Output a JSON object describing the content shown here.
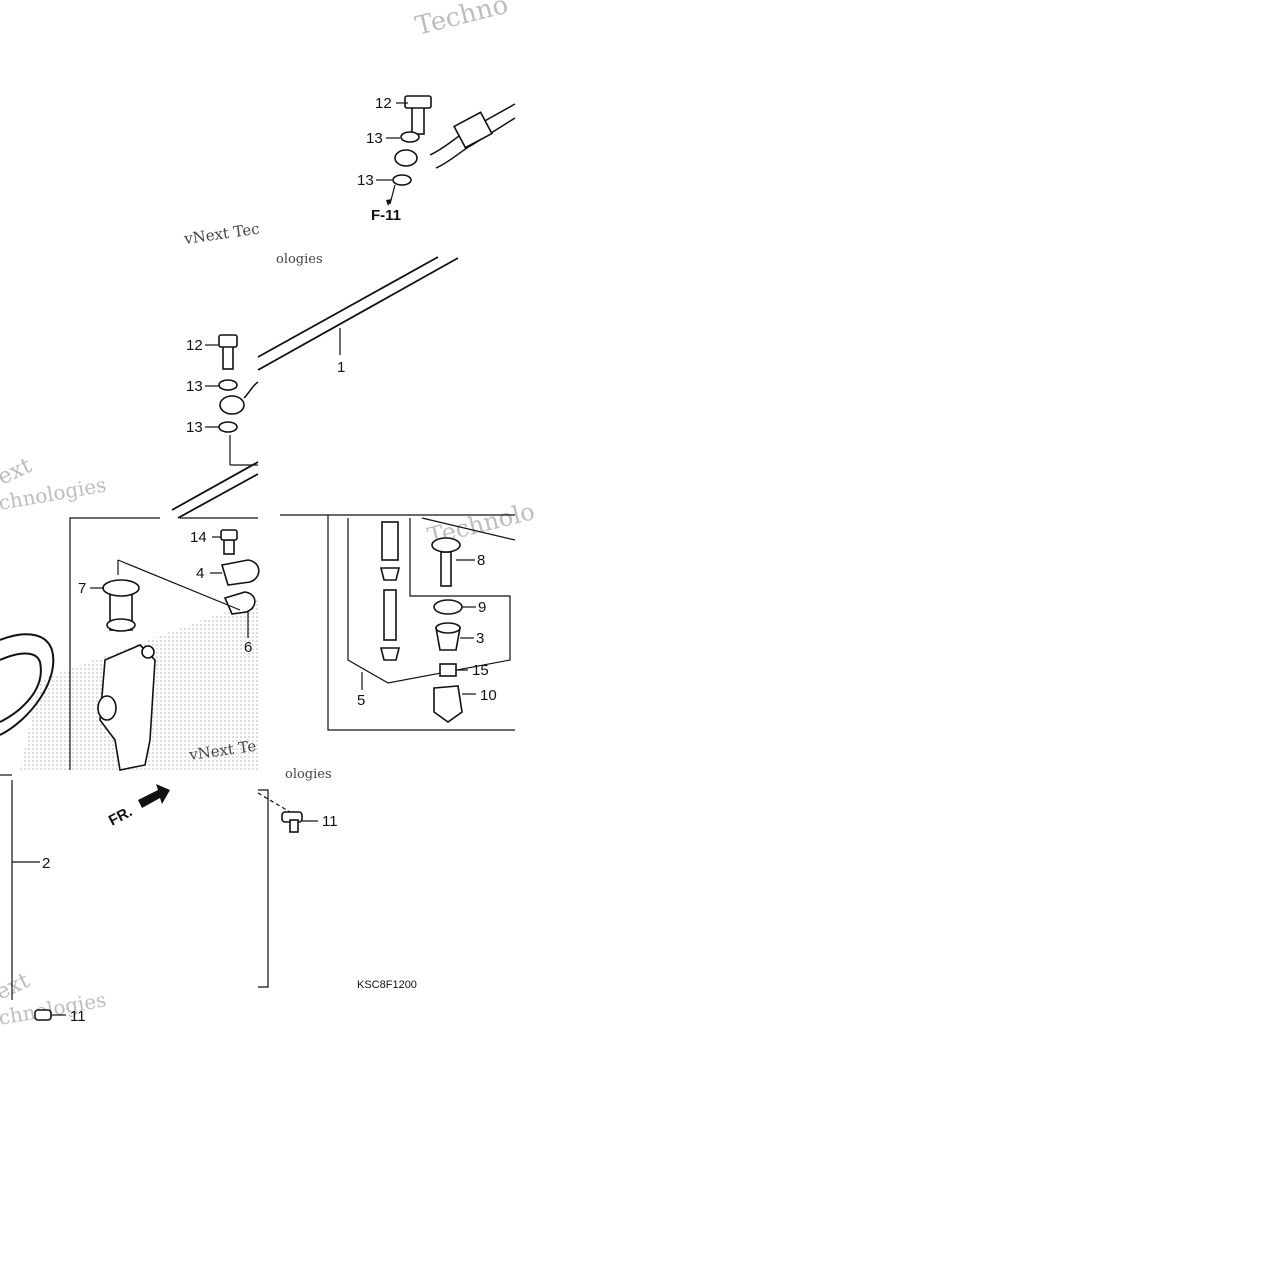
{
  "callouts": [
    {
      "id": "c12a",
      "text": "12"
    },
    {
      "id": "c13a",
      "text": "13"
    },
    {
      "id": "c13b",
      "text": "13"
    },
    {
      "id": "c12b",
      "text": "12"
    },
    {
      "id": "c13c",
      "text": "13"
    },
    {
      "id": "c13d",
      "text": "13"
    },
    {
      "id": "c1",
      "text": "1"
    },
    {
      "id": "c14",
      "text": "14"
    },
    {
      "id": "c4",
      "text": "4"
    },
    {
      "id": "c7",
      "text": "7"
    },
    {
      "id": "c6",
      "text": "6"
    },
    {
      "id": "c8",
      "text": "8"
    },
    {
      "id": "c9",
      "text": "9"
    },
    {
      "id": "c3",
      "text": "3"
    },
    {
      "id": "c15",
      "text": "15"
    },
    {
      "id": "c10",
      "text": "10"
    },
    {
      "id": "c5",
      "text": "5"
    },
    {
      "id": "c11a",
      "text": "11"
    },
    {
      "id": "c2",
      "text": "2"
    },
    {
      "id": "c11b",
      "text": "11"
    }
  ],
  "reference": "F-11",
  "front_marker": "FR.",
  "diagram_code": "KSC8F1200",
  "watermarks": [
    "Techno",
    "vNext Tec",
    "ologies",
    "ext",
    "chnologies",
    "Technolo",
    "vNext Te",
    "ologies",
    "ext",
    "chnologies"
  ],
  "colors": {
    "ink": "#111111",
    "watermark": "#bdbdbd",
    "background": "#ffffff"
  }
}
